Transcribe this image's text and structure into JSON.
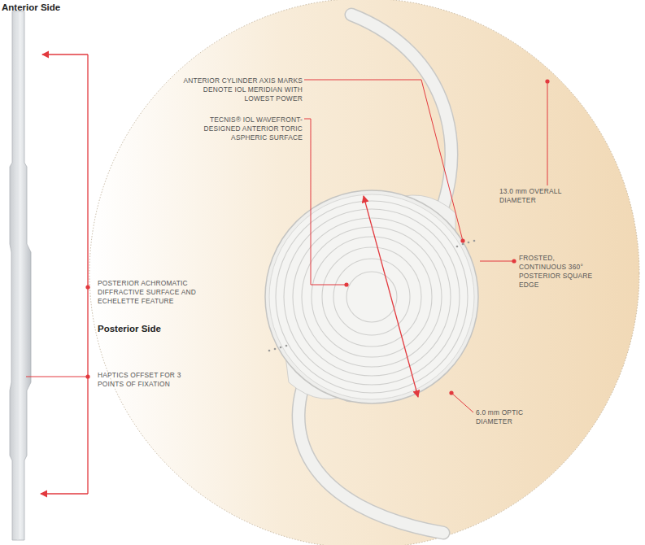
{
  "diagram": {
    "labels": [
      "Anterior Side",
      "ANTERIOR CYLINDER AXIS MARKS DENOTE IOL MERIDIAN WITH LOWEST POWER",
      "TECNIS® IOL WAVEFRONT-DESIGNED ANTERIOR TORIC ASPHERIC SURFACE",
      "13.0 mm OVERALL DIAMETER",
      "POSTERIOR ACHROMATIC DIFFRACTIVE SURFACE AND ECHELETTE FEATURE",
      "FROSTED, CONTINUOUS 360° POSTERIOR SQUARE EDGE",
      "Posterior Side",
      "HAPTICS OFFSET FOR 3 POINTS OF FIXATION",
      "6.0 mm OPTIC DIAMETER"
    ]
  }
}
